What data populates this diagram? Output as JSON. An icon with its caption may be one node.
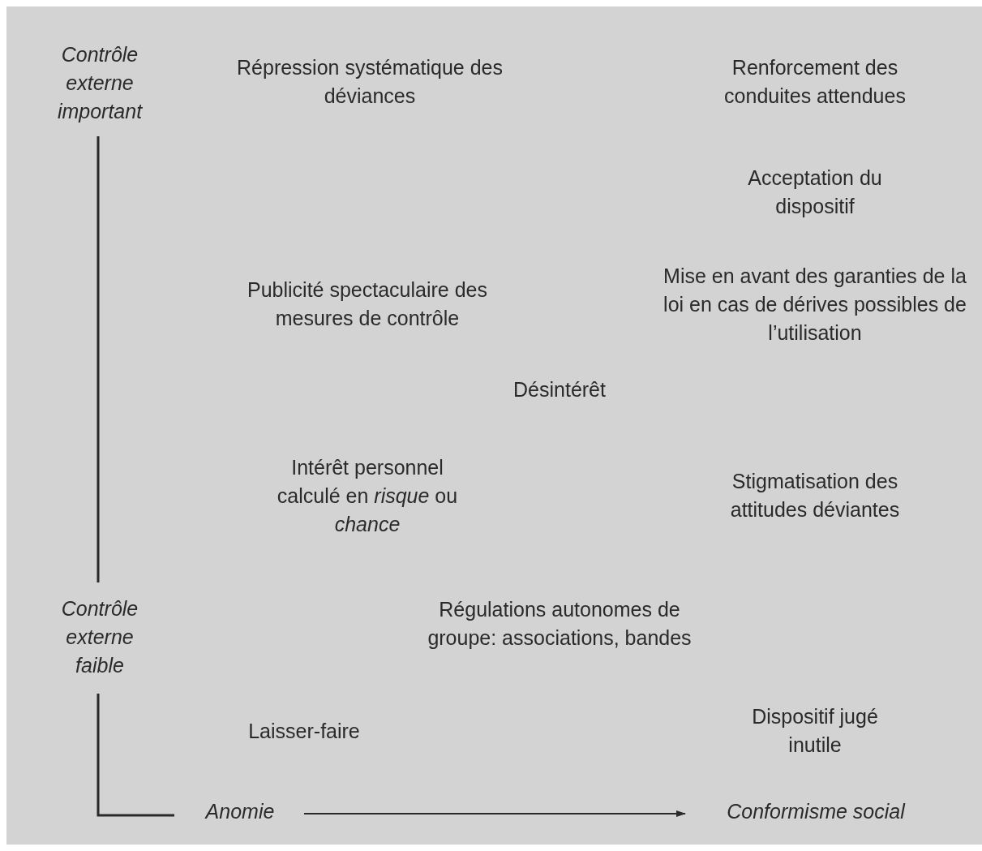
{
  "diagram": {
    "labels": [
      "Contrôle externe important",
      "Répression systématique des déviances",
      "Renforcement des conduites attendues",
      "Acceptation du dispositif",
      "Publicité spectaculaire des mesures de contrôle",
      "Mise en avant des garanties de la loi en cas de dérives possibles de l’utilisation",
      "Désintérêt",
      "Intérêt personnel calculé en *risque* ou *chance*",
      "Stigmatisation des attitudes déviantes",
      "Régulations autonomes de groupe: associations, bandes",
      "Contrôle externe faible",
      "Laisser-faire",
      "Dispositif jugé inutile",
      "Anomie",
      "Conformisme social"
    ]
  }
}
